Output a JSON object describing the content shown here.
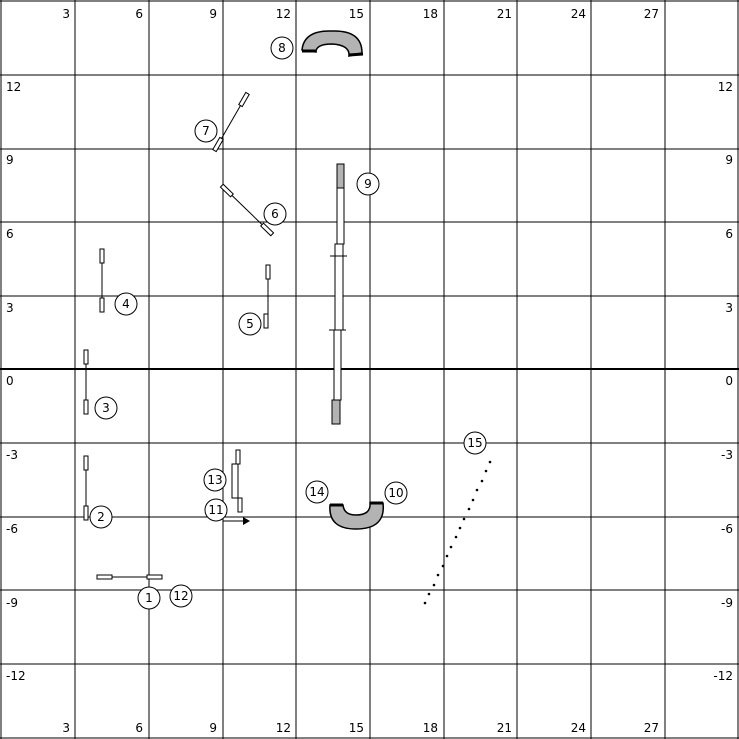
{
  "grid": {
    "x_min": 0,
    "x_max": 30,
    "y_min": -15,
    "y_max": 15,
    "step": 3,
    "bottom_labels": [
      "3",
      "6",
      "9",
      "12",
      "15",
      "18",
      "21",
      "24",
      "27"
    ],
    "top_labels": [
      "3",
      "6",
      "9",
      "12",
      "15",
      "18",
      "21",
      "24",
      "27"
    ],
    "left_labels": [
      "12",
      "9",
      "6",
      "3",
      "0",
      "-3",
      "-6",
      "-9",
      "-12"
    ],
    "right_labels": [
      "12",
      "9",
      "6",
      "3",
      "0",
      "-3",
      "-6",
      "-9",
      "-12"
    ]
  },
  "obstacle_numbers": [
    "1",
    "2",
    "3",
    "4",
    "5",
    "6",
    "7",
    "8",
    "9",
    "10",
    "11",
    "12",
    "13",
    "14",
    "15"
  ],
  "colors": {
    "line": "#000000",
    "tunnel_fill": "#b3b3b3",
    "background": "#ffffff"
  }
}
